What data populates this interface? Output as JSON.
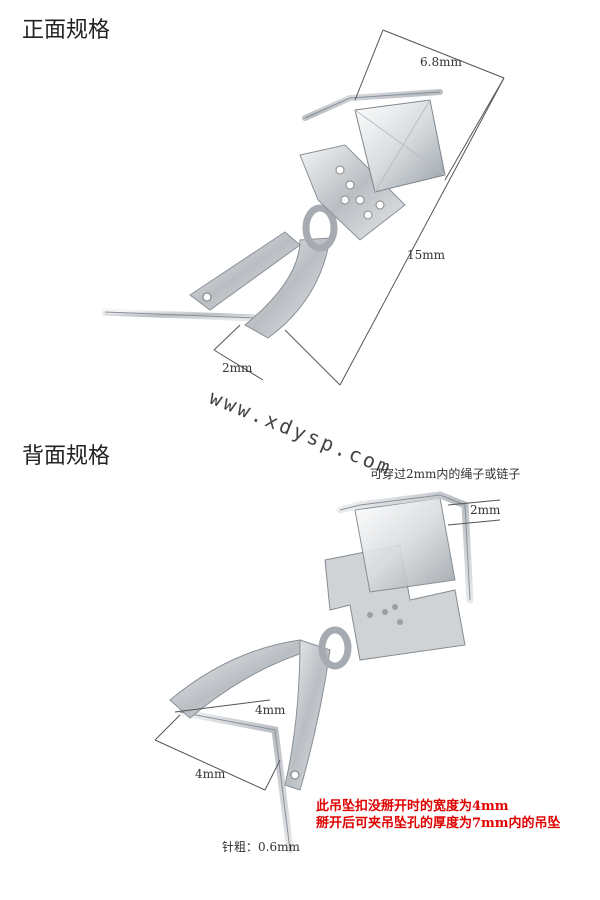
{
  "front": {
    "title": "正面规格",
    "dim_width": "6.8mm",
    "dim_height": "15mm",
    "dim_pin": "2mm"
  },
  "back": {
    "title": "背面规格",
    "note_chain": "可穿过2mm内的绳子或链子",
    "dim_loop": "2mm",
    "dim_bail": "4mm",
    "dim_opening": "4mm",
    "dim_needle": "针粗：0.6mm",
    "note_red_1": "此吊坠扣没掰开时的宽度为4mm",
    "note_red_2": "掰开后可夹吊坠孔的厚度为7mm内的吊坠"
  },
  "watermark": "www.xdysp.com",
  "colors": {
    "metal": "#c8ccd0",
    "red_note": "#e00000"
  }
}
